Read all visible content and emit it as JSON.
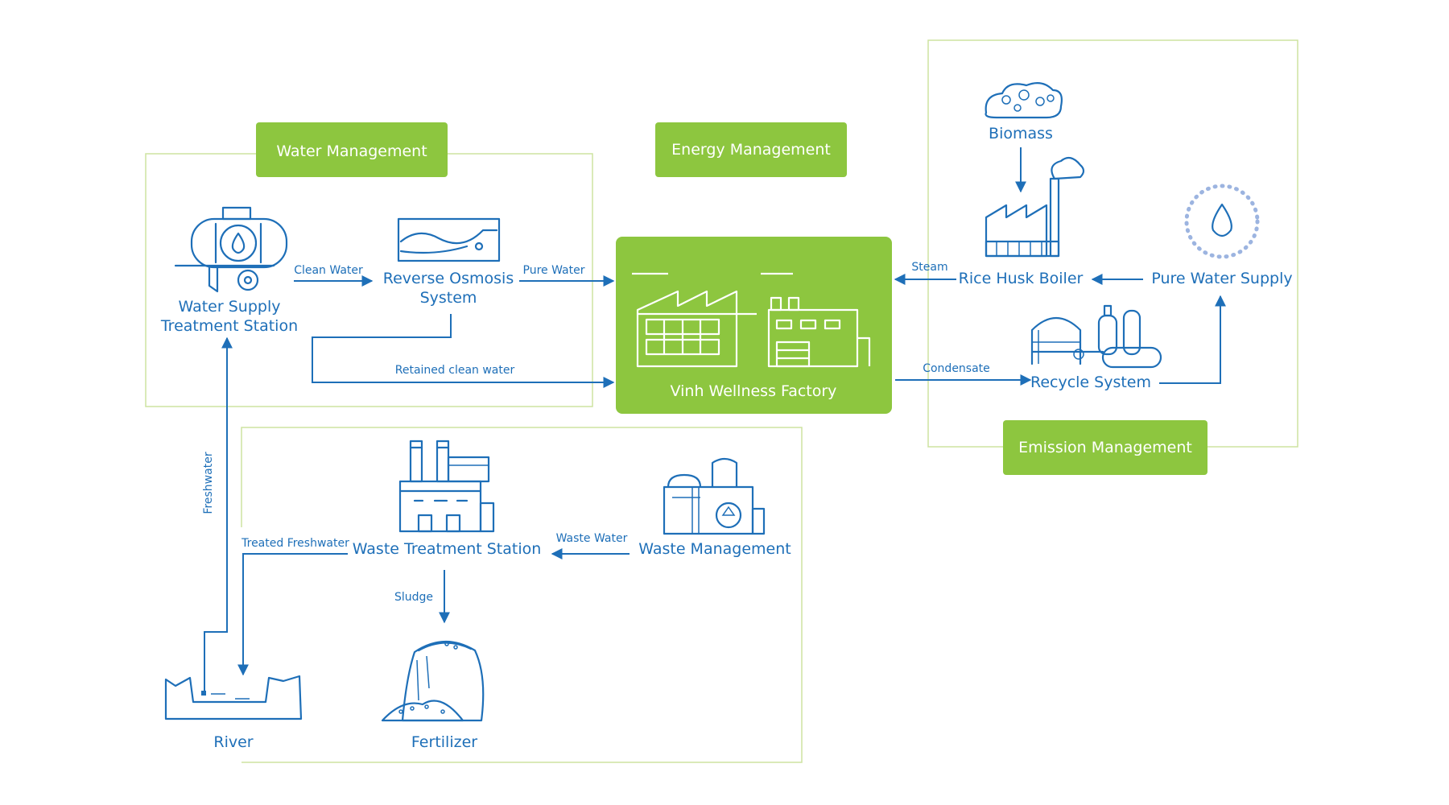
{
  "colors": {
    "accent_green": "#8dc63f",
    "region_border": "#cde3a0",
    "line_blue": "#1e6fb8",
    "text_white": "#ffffff"
  },
  "sections": {
    "water": "Water Management",
    "energy": "Energy Management",
    "emission": "Emission Management"
  },
  "factory": {
    "label": "Vinh Wellness Factory"
  },
  "nodes": {
    "water_supply_l1": "Water Supply",
    "water_supply_l2": "Treatment Station",
    "ro_l1": "Reverse Osmosis",
    "ro_l2": "System",
    "biomass": "Biomass",
    "boiler": "Rice Husk Boiler",
    "pure_water_supply": "Pure Water Supply",
    "recycle": "Recycle System",
    "waste_treatment": "Waste Treatment Station",
    "waste_management": "Waste Management",
    "river": "River",
    "fertilizer": "Fertilizer"
  },
  "flows": {
    "clean_water": "Clean Water",
    "pure_water": "Pure Water",
    "retained": "Retained clean water",
    "steam": "Steam",
    "condensate": "Condensate",
    "freshwater": "Freshwater",
    "treated_freshwater": "Treated Freshwater",
    "waste_water": "Waste Water",
    "sludge": "Sludge"
  },
  "icons": {
    "water_supply": "water-tank-icon",
    "ro": "reverse-osmosis-icon",
    "factory": "factory-icon",
    "biomass": "biomass-pile-icon",
    "boiler": "boiler-plant-icon",
    "pure_water": "water-drop-icon",
    "recycle": "recycle-plant-icon",
    "waste_treatment": "treatment-plant-icon",
    "waste_management": "waste-plant-icon",
    "river": "river-icon",
    "fertilizer": "fertilizer-bag-icon"
  }
}
